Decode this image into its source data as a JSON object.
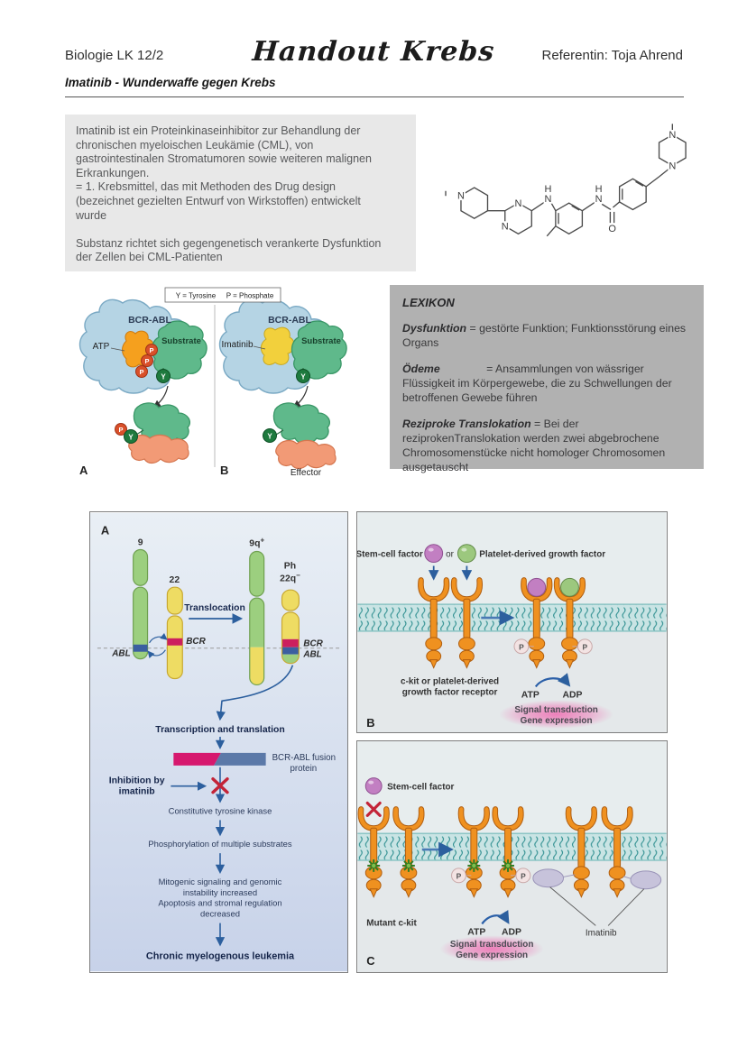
{
  "colors": {
    "page-bg": "#ffffff",
    "box-gray": "#e8e8e8",
    "lex-gray": "#b1b1b1",
    "accent-blue": "#2c5f9e",
    "x-red": "#c32438",
    "receptor-orange": "#ef9120",
    "membrane-teal": "#2f8f90",
    "scf-purple": "#c27fc2",
    "pdgf-green": "#9cc87e",
    "bcr-magenta": "#cc1f5e",
    "abl-blue": "#3b5fa0",
    "chr-green": "#9ccf7f",
    "chr-yellow": "#eedc63",
    "glow-pink": "#ef6eb2"
  },
  "page": {
    "course": "Biologie LK 12/2",
    "title": "Handout Krebs",
    "referent": "Referentin: Toja Ahrend",
    "subtitle": "Imatinib - Wunderwaffe gegen Krebs"
  },
  "intro": {
    "lines": [
      "Imatinib ist ein Proteinkinaseinhibitor zur Behandlung der",
      "chronischen myeloischen Leukämie (CML), von",
      "gastrointestinalen Stromatumoren sowie weiteren malignen",
      "Erkrankungen.",
      "= 1. Krebsmittel, das mit Methoden des Drug design",
      "(bezeichnet gezielten Entwurf von Wirkstoffen) entwickelt",
      "wurde",
      "",
      "Substanz richtet sich gegengenetisch verankerte Dysfunktion",
      "der Zellen bei CML-Patienten"
    ]
  },
  "molecule": {
    "n": "N",
    "h": "H",
    "o": "O"
  },
  "mechanism": {
    "legend_y": "Y = Tyrosine",
    "legend_p": "P = Phosphate",
    "a": {
      "label": "A",
      "protein": "BCR-ABL",
      "atp": "ATP",
      "substrate": "Substrate",
      "p": "P",
      "y": "Y"
    },
    "b": {
      "label": "B",
      "protein": "BCR-ABL",
      "inhibitor": "Imatinib",
      "substrate": "Substrate",
      "y": "Y",
      "effector": "Effector"
    }
  },
  "lexikon": {
    "title": "LEXIKON",
    "entries": [
      {
        "term": "Dysfunktion",
        "def": "= gestörte Funktion; Funktionsstörung eines Organs"
      },
      {
        "term": "Ödeme",
        "def": "= Ansammlungen von wässriger Flüssigkeit im Körpergewebe, die zu Schwellungen der betroffenen Gewebe führen"
      },
      {
        "term": "Reziproke Translokation",
        "def": "= Bei der reziprokenTranslokation werden zwei abgebrochene Chromosomenstücke nicht homologer Chromosomen ausgetauscht"
      }
    ]
  },
  "figure": {
    "a": {
      "label": "A",
      "chr9": "9",
      "chr22": "22",
      "chr9q_base": "9q",
      "chr9q_sup": "+",
      "ph": "Ph",
      "ph22_base": "22q",
      "ph22_sup": "−",
      "abl": "ABL",
      "bcr": "BCR",
      "bcr_right": "BCR",
      "abl_right": "ABL",
      "translocation": "Translocation",
      "transcription": "Transcription and translation",
      "fusion_l1": "BCR-ABL fusion",
      "fusion_l2": "protein",
      "inhibition_l1": "Inhibition by",
      "inhibition_l2": "imatinib",
      "kinase": "Constitutive tyrosine kinase",
      "phospho": "Phosphorylation of multiple substrates",
      "mito_l1": "Mitogenic signaling and genomic",
      "mito_l2": "instability increased",
      "mito_l3": "Apoptosis and stromal regulation",
      "mito_l4": "decreased",
      "cml": "Chronic myelogenous leukemia"
    },
    "b": {
      "label": "B",
      "scf": "Stem-cell factor",
      "or": "or",
      "pdgf": "Platelet-derived growth factor",
      "receptor_l1": "c-kit or platelet-derived",
      "receptor_l2": "growth factor receptor",
      "atp": "ATP",
      "adp": "ADP",
      "p": "P",
      "signal_l1": "Signal transduction",
      "signal_l2": "Gene expression"
    },
    "c": {
      "label": "C",
      "scf": "Stem-cell factor",
      "mutant": "Mutant c-kit",
      "atp": "ATP",
      "adp": "ADP",
      "p": "P",
      "signal_l1": "Signal transduction",
      "signal_l2": "Gene expression",
      "imatinib": "Imatinib"
    }
  }
}
